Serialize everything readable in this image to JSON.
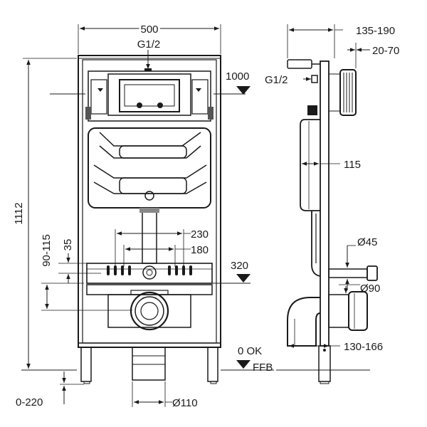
{
  "colors": {
    "ink": "#1a1a1a",
    "paper": "#ffffff"
  },
  "front_view": {
    "width_label": "500",
    "supply_label": "G1/2",
    "height_label": "1112",
    "rail_height_label": "1000",
    "fix_range_label": "90-115",
    "fix_small_label": "35",
    "spacing_230_label": "230",
    "spacing_180_label": "180",
    "fix_height_label": "320",
    "floor_label": "0  OK",
    "ffb_label": "FFB",
    "leg_adjust_label": "0-220",
    "outlet_label": "Ø110"
  },
  "side_view": {
    "button_depth_label": "135-190",
    "plate_depth_label": "20-70",
    "supply_label": "G1/2",
    "frame_depth_label": "115",
    "inlet_label": "Ø45",
    "outlet_label": "Ø90",
    "elbow_depth_label": "130-166"
  }
}
